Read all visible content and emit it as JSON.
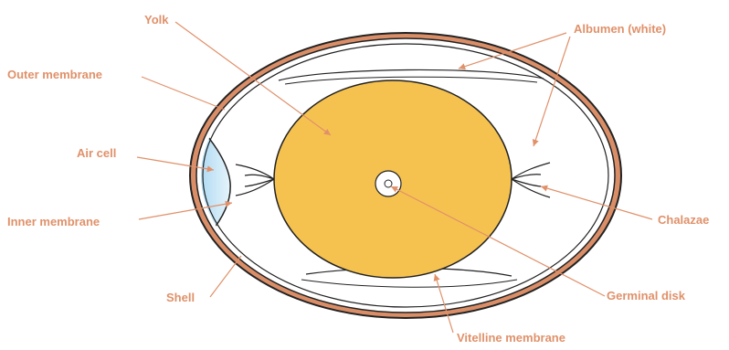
{
  "labels": {
    "yolk": "Yolk",
    "albumen": "Albumen (white)",
    "outer_membrane": "Outer membrane",
    "air_cell": "Air cell",
    "inner_membrane": "Inner membrane",
    "shell": "Shell",
    "chalazae": "Chalazae",
    "germinal_disk": "Germinal disk",
    "vitelline_membrane": "Vitelline membrane"
  },
  "colors": {
    "label": "#e0916a",
    "shell": "#d98e68",
    "yolk": "#f6c24f",
    "air_cell": "#a9d8f2",
    "outline": "#222222"
  }
}
